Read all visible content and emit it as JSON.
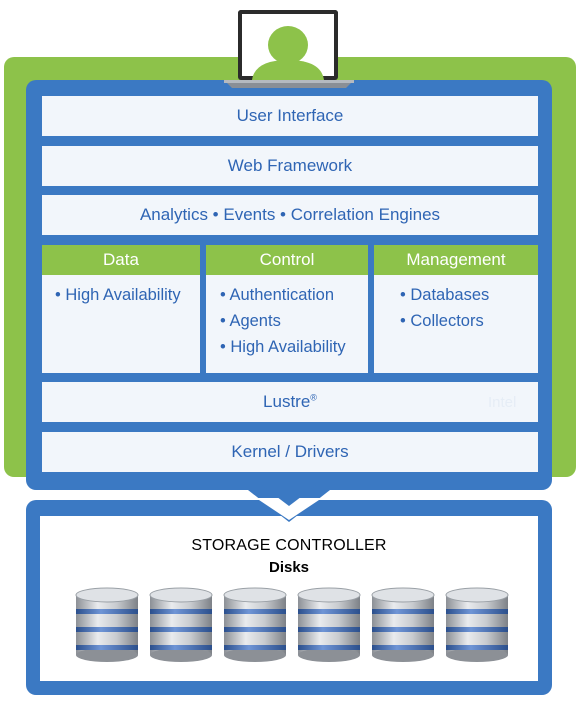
{
  "layers": {
    "user_interface": "User Interface",
    "web_framework": "Web Framework",
    "analytics": "Analytics • Events • Correlation Engines",
    "lustre": "Lustre",
    "lustre_mark": "®",
    "kernel": "Kernel / Drivers"
  },
  "columns": [
    {
      "title": "Data",
      "items": [
        "High Availability"
      ]
    },
    {
      "title": "Control",
      "items": [
        "Authentication",
        "Agents",
        "High Availability"
      ]
    },
    {
      "title": "Management",
      "items": [
        "Databases",
        "Collectors"
      ]
    }
  ],
  "watermark": "Intel",
  "storage": {
    "title": "STORAGE CONTROLLER",
    "subtitle": "Disks",
    "disk_count": 6
  },
  "colors": {
    "green": "#8dc24a",
    "blue": "#3b79c3",
    "text_blue": "#2f65b4",
    "layer_bg": "#f2f6fb"
  },
  "icons": [
    "laptop-user-icon",
    "database-disk-icon"
  ]
}
